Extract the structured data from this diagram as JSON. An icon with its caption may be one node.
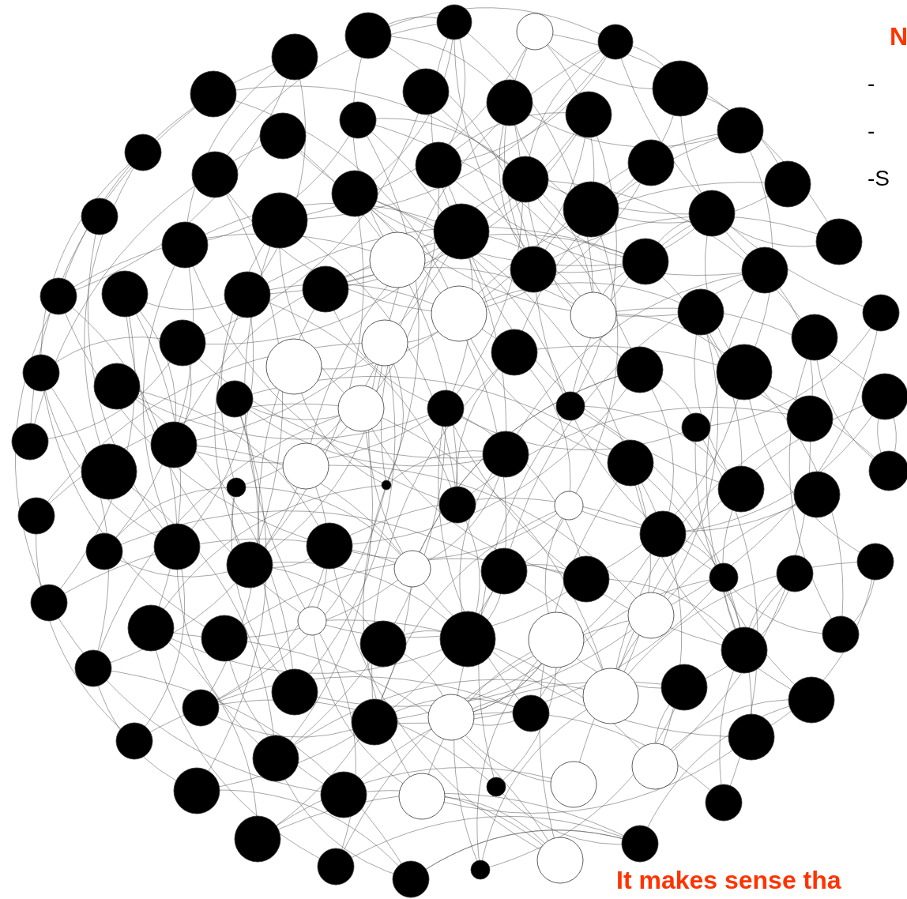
{
  "diagram": {
    "labels": [
      "N",
      "-",
      "-",
      "-S",
      "It makes sense tha"
    ]
  }
}
